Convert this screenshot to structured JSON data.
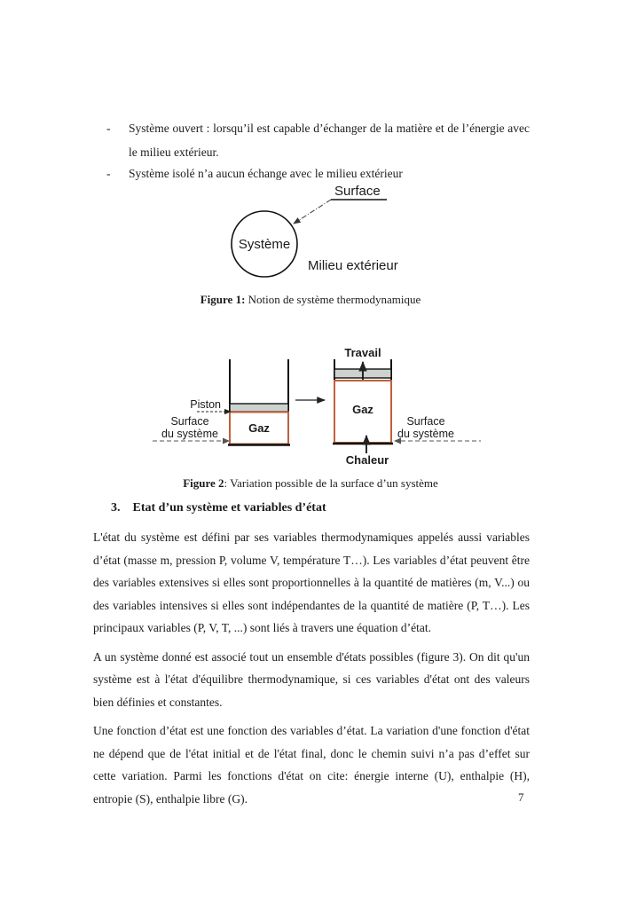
{
  "page": {
    "number": "7"
  },
  "bullets": {
    "marker": "-",
    "items": [
      "Système ouvert : lorsqu’il est capable d’échanger de la matière et de l’énergie avec le milieu extérieur.",
      "Système isolé n’a aucun échange avec le milieu extérieur"
    ]
  },
  "figure1": {
    "surface_label": "Surface",
    "system_label": "Système",
    "exterior_label": "Milieu extérieur",
    "caption_title": "Figure 1:",
    "caption_text": " Notion de système thermodynamique"
  },
  "figure2": {
    "piston_label": "Piston",
    "surface_label_line1": "Surface",
    "surface_label_line2": "du système",
    "gaz_label": "Gaz",
    "travail_label": "Travail",
    "chaleur_label": "Chaleur",
    "caption_title": "Figure 2",
    "caption_text": ": Variation possible de la surface d’un système",
    "colors": {
      "gaz_border": "#c0603a",
      "piston_fill": "#ccd3cf"
    }
  },
  "section": {
    "number": "3.",
    "title": "Etat d’un système et variables d’état"
  },
  "paragraphs": [
    "L'état du système est défini par ses variables thermodynamiques appelés aussi variables d’état (masse m, pression P, volume V, température T…). Les variables d’état peuvent être des variables extensives si elles sont proportionnelles à la quantité de matières (m, V...) ou des variables intensives si elles sont indépendantes de la quantité de matière (P, T…). Les principaux variables (P, V, T, ...) sont liés à travers une équation d’état.",
    "A un système donné est associé tout un ensemble d'états possibles (figure 3). On dit qu'un système est à l'état d'équilibre thermodynamique, si ces variables d'état ont des valeurs bien définies et constantes.",
    "Une fonction d’état est une fonction des variables d’état. La variation d'une fonction d'état ne dépend que de l'état initial et de l'état final, donc le chemin suivi n’a pas d’effet sur cette variation. Parmi les fonctions d'état on cite: énergie interne (U), enthalpie (H), entropie (S), enthalpie libre (G)."
  ]
}
